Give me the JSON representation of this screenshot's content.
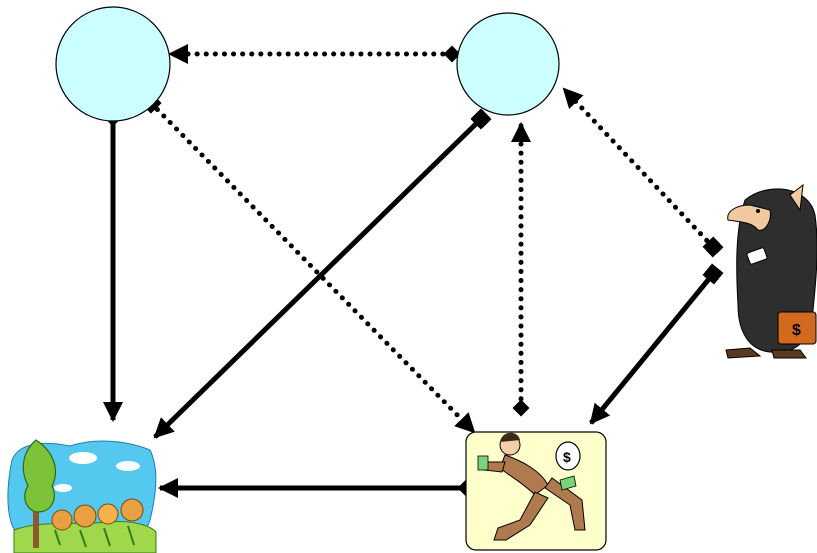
{
  "diagram": {
    "nodes": [
      {
        "id": "circle-left",
        "kind": "empty-circle",
        "label": ""
      },
      {
        "id": "circle-right",
        "kind": "empty-circle",
        "label": ""
      },
      {
        "id": "landscape",
        "kind": "clipart",
        "icon": "landscape-trees-icon"
      },
      {
        "id": "running-man",
        "kind": "clipart",
        "icon": "running-man-moneybag-icon"
      },
      {
        "id": "wolf-in-sheep-clothing",
        "kind": "clipart",
        "icon": "wolf-sheep-briefcase-icon"
      }
    ],
    "glyphs": {
      "bag_symbol": "$",
      "briefcase_symbol": "$"
    },
    "edges": [
      {
        "from": "circle-right",
        "to": "circle-left",
        "style": "dotted",
        "head": "arrow",
        "tail": "diamond"
      },
      {
        "from": "circle-left",
        "to": "landscape",
        "style": "solid",
        "head": "arrow",
        "tail": "diamond"
      },
      {
        "from": "circle-left",
        "to": "running-man",
        "style": "dotted",
        "head": "arrow",
        "tail": "square"
      },
      {
        "from": "circle-right",
        "to": "landscape",
        "style": "solid",
        "head": "arrow",
        "tail": "square"
      },
      {
        "from": "running-man",
        "to": "circle-right",
        "style": "dotted",
        "head": "arrow",
        "tail": "diamond"
      },
      {
        "from": "wolf-in-sheep-clothing",
        "to": "circle-right",
        "style": "dotted",
        "head": "arrow",
        "tail": "square"
      },
      {
        "from": "wolf-in-sheep-clothing",
        "to": "running-man",
        "style": "solid",
        "head": "arrow",
        "tail": "square"
      },
      {
        "from": "running-man",
        "to": "landscape",
        "style": "solid",
        "head": "arrow",
        "tail": "diamond"
      }
    ],
    "colors": {
      "circle_fill": "#ccffff",
      "box_fill": "#ffffcc",
      "stroke": "#000000",
      "sky": "#55c8f0",
      "grass": "#9fd84a",
      "tree": "#7cc33a",
      "trunk": "#8b5a2b",
      "flower": "#e8a040",
      "suit": "#b07a50",
      "skin": "#f3d0a8",
      "hair": "#3a2a1a",
      "money": "#7ad37a",
      "fleece": "#2e2e2e",
      "wolf_skin": "#f1c9a0",
      "briefcase": "#d2691e"
    }
  }
}
